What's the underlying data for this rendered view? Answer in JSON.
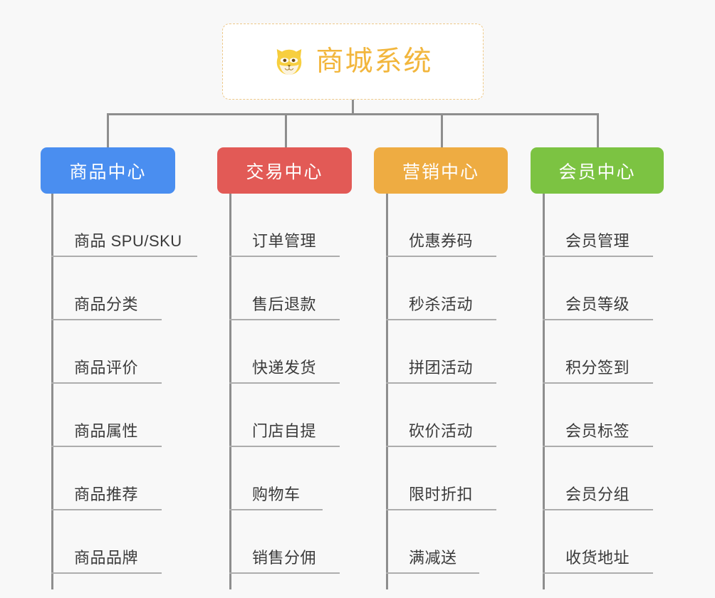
{
  "page": {
    "background_color": "#f8f8f8",
    "title": "商城系统 功能架构图"
  },
  "root": {
    "label": "商城系统",
    "icon": "shiba-dog-face-icon",
    "text_color": "#f2b63c",
    "border_color": "#eec989",
    "background_color": "#ffffff"
  },
  "connector": {
    "color": "#8e8e8e"
  },
  "columns": [
    {
      "title": "商品中心",
      "color": "#4a8ef0",
      "items": [
        "商品 SPU/SKU",
        "商品分类",
        "商品评价",
        "商品属性",
        "商品推荐",
        "商品品牌"
      ]
    },
    {
      "title": "交易中心",
      "color": "#e25a56",
      "items": [
        "订单管理",
        "售后退款",
        "快递发货",
        "门店自提",
        "购物车",
        "销售分佣"
      ]
    },
    {
      "title": "营销中心",
      "color": "#eeac42",
      "items": [
        "优惠券码",
        "秒杀活动",
        "拼团活动",
        "砍价活动",
        "限时折扣",
        "满减送"
      ]
    },
    {
      "title": "会员中心",
      "color": "#7cc342",
      "items": [
        "会员管理",
        "会员等级",
        "积分签到",
        "会员标签",
        "会员分组",
        "收货地址"
      ]
    }
  ]
}
